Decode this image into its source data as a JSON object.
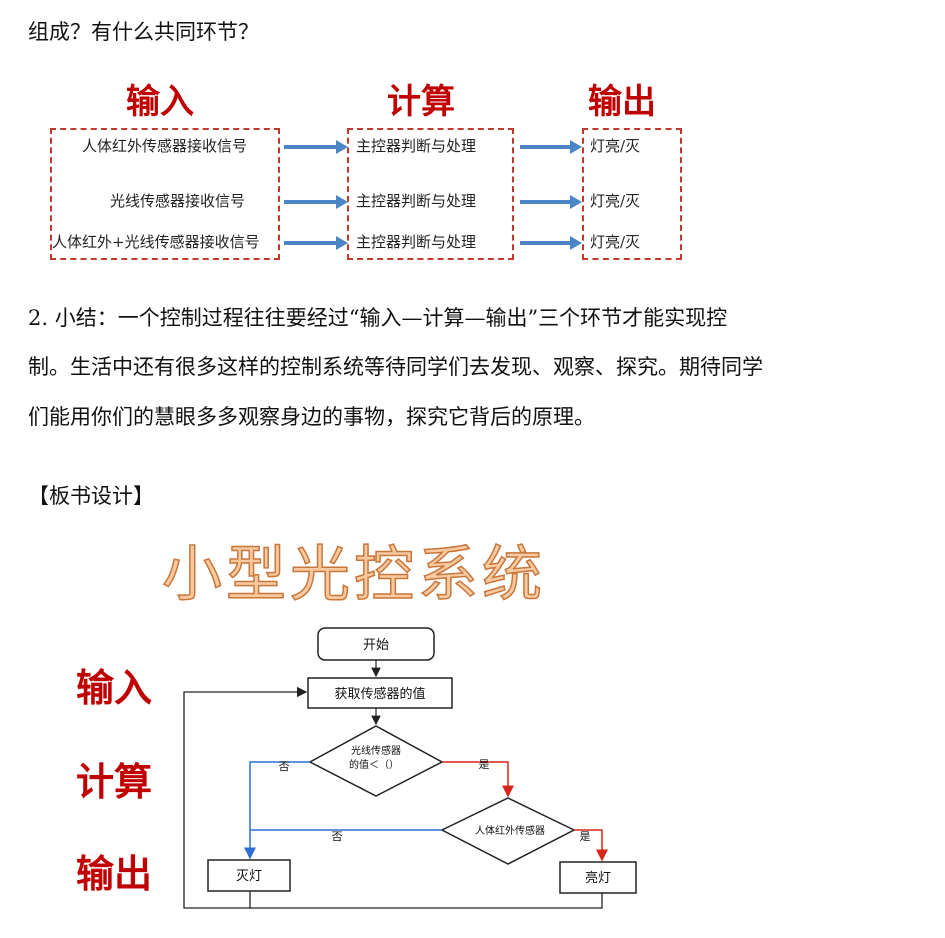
{
  "intro_line": "组成？有什么共同环节？",
  "stage_headers": {
    "input": "输入",
    "compute": "计算",
    "output": "输出"
  },
  "table_rows": [
    {
      "input": "人体红外传感器接收信号",
      "compute": "主控器判断与处理",
      "output": "灯亮/灭"
    },
    {
      "input": "光线传感器接收信号",
      "compute": "主控器判断与处理",
      "output": "灯亮/灭"
    },
    {
      "input": "人体红外+光线传感器接收信号",
      "compute": "主控器判断与处理",
      "output": "灯亮/灭"
    }
  ],
  "summary": {
    "line1": "2. 小结：一个控制过程往往要经过“输入—计算—输出”三个环节才能实现控",
    "line2": "制。生活中还有很多这样的控制系统等待同学们去发现、观察、探究。期待同学",
    "line3": "们能用你们的慧眼多多观察身边的事物，探究它背后的原理。"
  },
  "board_design_label": "【板书设计】",
  "board_title": "小型光控系统",
  "side_labels": {
    "input": "输入",
    "compute": "计算",
    "output": "输出"
  },
  "flowchart": {
    "start": "开始",
    "read_sensor": "获取传感器的值",
    "light_check_line1": "光线传感器",
    "light_check_line2": "的值＜（）",
    "ir_check": "人体红外传感器",
    "no_label_1": "否",
    "yes_label_1": "是",
    "no_label_2": "否",
    "yes_label_2": "是",
    "light_off": "灭灯",
    "light_on": "亮灯"
  },
  "colors": {
    "accent_red": "#c00000",
    "arrow_blue": "#4a86c5",
    "dash_red": "#c0392b",
    "flow_red": "#d9261c",
    "flow_blue": "#2f6fd1"
  }
}
